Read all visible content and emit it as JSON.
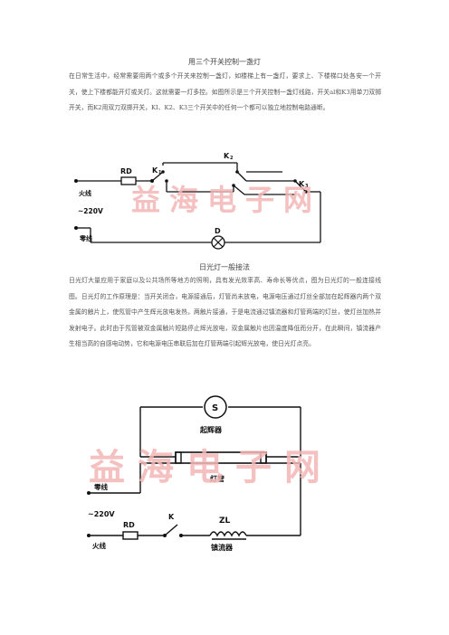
{
  "section1": {
    "title": "用三个开关控制一盏灯",
    "paragraph": "在日常生活中，经常需要用两个或多个开关来控制一盏灯，如楼梯上有一盏灯，要求上、下楼梯口处各安一个开关，使上下楼都能开灯或关灯。这就需要一灯多控。如图所示是三个开关控制一盏灯线路，开关al和K3用单刀双掷开关，而K2用双刀双掷开关，KI、K2、K3三个开关中的任何一个都可以独立地控制电路通断。"
  },
  "diagram1": {
    "labels": {
      "rd": "RD",
      "k1": "K",
      "k1_sub": "1",
      "k2": "K",
      "k2_sub": "2",
      "k3": "K",
      "k3_sub": "3",
      "live": "火线",
      "voltage": "~220V",
      "neutral": "零线",
      "lamp": "D"
    },
    "watermark": "益海电子网"
  },
  "section2": {
    "title": "日光灯一般接法",
    "paragraph": "日光灯大量应用于家庭以及公共场所等地方的照明，具有发光效率高、寿命长等优点，图为日光灯的一般连接线图。日光灯的工作原理是：当开关闭合，电源接通后，灯管尚未放电，电源电压通过灯丝全部加在起辉器内两个双金属的触片上，使氖管中产生辉光放电发热，两触片接通，于是电流通过镇流器和灯管两端的灯丝，使灯丝加热并发射电子。此时由于氖管被双金属触片短路停止辉光放电，双金属触片也因温度降低而分开，在此瞬间，镇流器产生相当高的自感电动势，它和电源电压串联后加在灯管两端引起辉光放电，使日光灯点亮。"
  },
  "diagram2": {
    "labels": {
      "starter_symbol": "S",
      "starter": "起辉器",
      "tube": "灯管",
      "neutral": "零线",
      "voltage": "~220V",
      "rd": "RD",
      "k": "K",
      "ballast_symbol": "ZL",
      "ballast": "镇流器",
      "live": "火线"
    },
    "watermark": "益海电子网"
  }
}
